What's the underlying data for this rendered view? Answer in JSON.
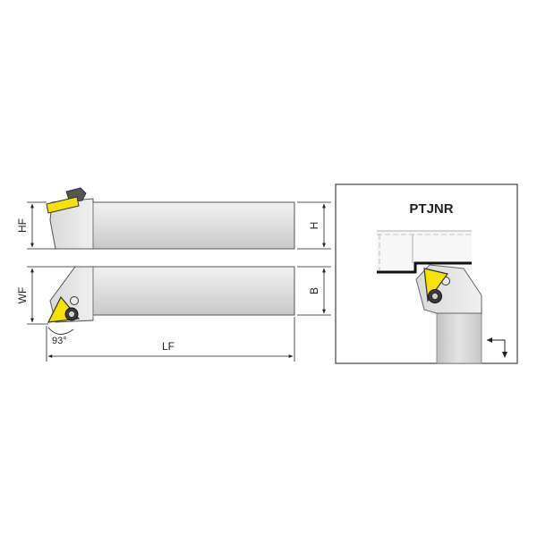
{
  "diagram": {
    "title": "PTJNR",
    "dimensions": {
      "hf": "HF",
      "h": "H",
      "wf": "WF",
      "b": "B",
      "lf": "LF"
    },
    "angle": "93°",
    "colors": {
      "insert": "#f5e400",
      "shank_light": "#e6e6e6",
      "shank_mid": "#cfcfcf",
      "shank_dark": "#9a9a9a",
      "outline": "#333333",
      "panel_border": "#444444"
    }
  }
}
